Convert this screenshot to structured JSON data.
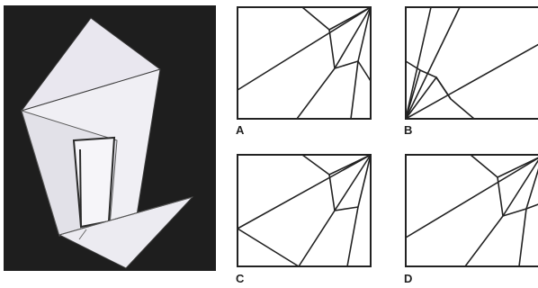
{
  "options": [
    {
      "letter": "A"
    },
    {
      "letter": "B"
    },
    {
      "letter": "C"
    },
    {
      "letter": "D"
    }
  ]
}
